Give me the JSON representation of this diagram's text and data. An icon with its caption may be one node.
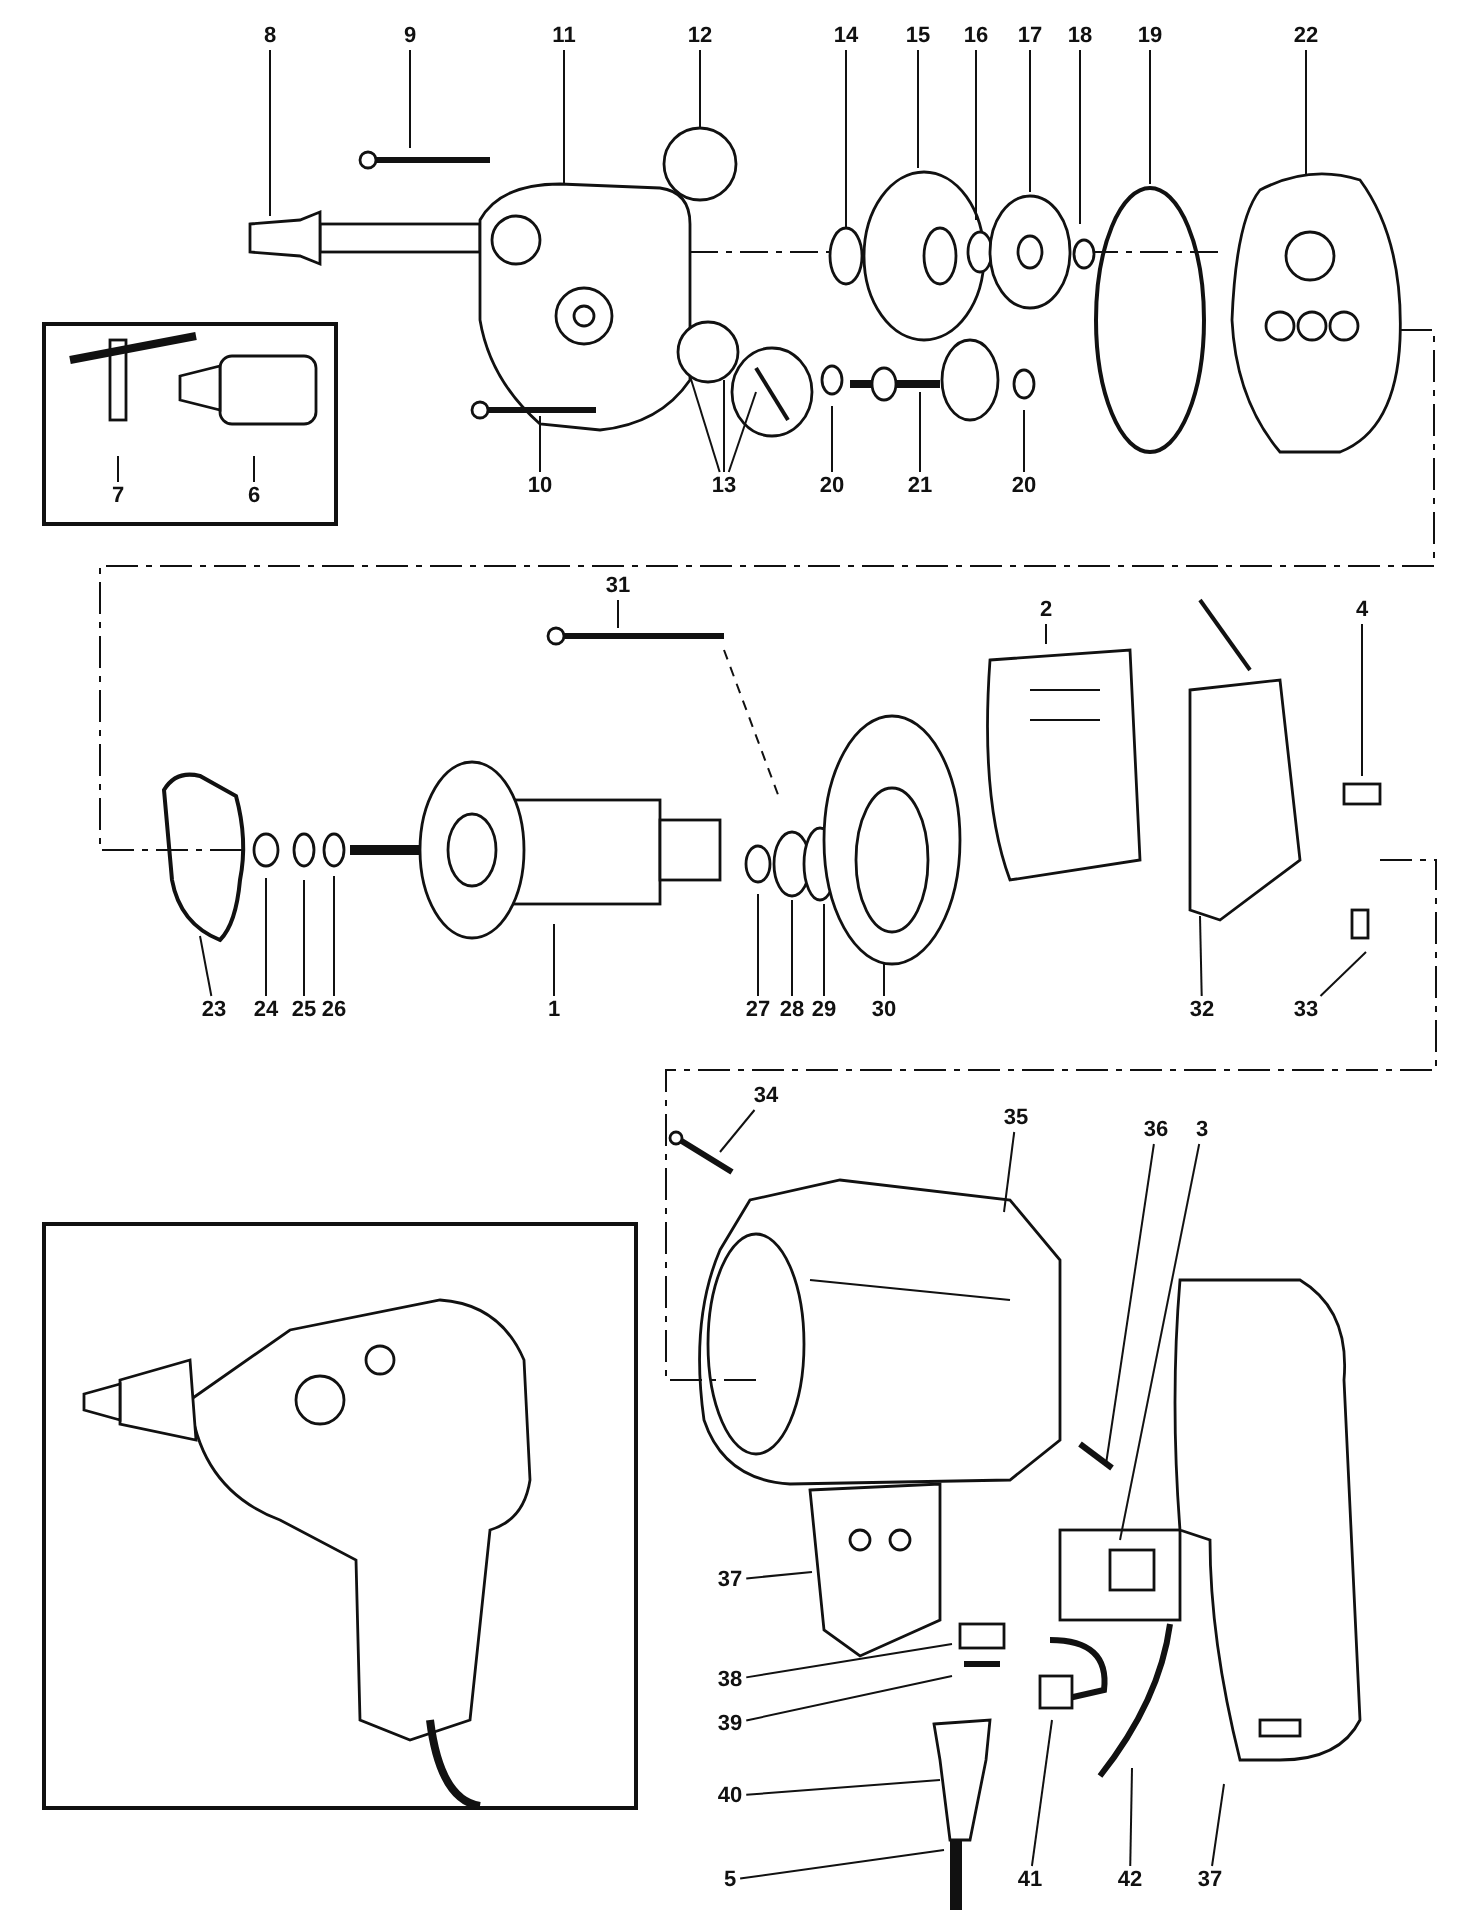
{
  "diagram": {
    "nodes": [
      {
        "text": [
          "8"
        ]
      },
      {
        "text": [
          "9"
        ]
      },
      {
        "text": [
          "11"
        ]
      },
      {
        "text": [
          "12"
        ]
      },
      {
        "text": [
          "14"
        ]
      },
      {
        "text": [
          "15"
        ]
      },
      {
        "text": [
          "16"
        ]
      },
      {
        "text": [
          "17"
        ]
      },
      {
        "text": [
          "18"
        ]
      },
      {
        "text": [
          "19"
        ]
      },
      {
        "text": [
          "22"
        ]
      },
      {
        "text": [
          "7"
        ]
      },
      {
        "text": [
          "6"
        ]
      },
      {
        "text": [
          "10"
        ]
      },
      {
        "text": [
          "13"
        ]
      },
      {
        "text": [
          "20"
        ]
      },
      {
        "text": [
          "21"
        ]
      },
      {
        "text": [
          "20"
        ]
      },
      {
        "text": [
          "31"
        ]
      },
      {
        "text": [
          "2"
        ]
      },
      {
        "text": [
          "4"
        ]
      },
      {
        "text": [
          "23"
        ]
      },
      {
        "text": [
          "24"
        ]
      },
      {
        "text": [
          "25"
        ]
      },
      {
        "text": [
          "26"
        ]
      },
      {
        "text": [
          "1"
        ]
      },
      {
        "text": [
          "27"
        ]
      },
      {
        "text": [
          "28"
        ]
      },
      {
        "text": [
          "29"
        ]
      },
      {
        "text": [
          "30"
        ]
      },
      {
        "text": [
          "32"
        ]
      },
      {
        "text": [
          "33"
        ]
      },
      {
        "text": [
          "34"
        ]
      },
      {
        "text": [
          "35"
        ]
      },
      {
        "text": [
          "36"
        ]
      },
      {
        "text": [
          "3"
        ]
      },
      {
        "text": [
          "37"
        ]
      },
      {
        "text": [
          "38"
        ]
      },
      {
        "text": [
          "39"
        ]
      },
      {
        "text": [
          "40"
        ]
      },
      {
        "text": [
          "5"
        ]
      },
      {
        "text": [
          "41"
        ]
      },
      {
        "text": [
          "42"
        ]
      },
      {
        "text": [
          "37"
        ]
      }
    ],
    "edges": [
      {
        "from": 0,
        "to": null,
        "arrow": "none"
      },
      {
        "from": 1,
        "to": null,
        "arrow": "none"
      },
      {
        "from": 2,
        "to": null,
        "arrow": "none"
      },
      {
        "from": 3,
        "to": null,
        "arrow": "none"
      },
      {
        "from": 4,
        "to": null,
        "arrow": "none"
      },
      {
        "from": 5,
        "to": null,
        "arrow": "none"
      },
      {
        "from": 6,
        "to": null,
        "arrow": "none"
      },
      {
        "from": 7,
        "to": null,
        "arrow": "none"
      },
      {
        "from": 8,
        "to": null,
        "arrow": "none"
      },
      {
        "from": 9,
        "to": null,
        "arrow": "none"
      },
      {
        "from": 10,
        "to": null,
        "arrow": "none"
      },
      {
        "from": 11,
        "to": null,
        "arrow": "none"
      },
      {
        "from": 12,
        "to": null,
        "arrow": "none"
      },
      {
        "from": 13,
        "to": null,
        "arrow": "none"
      },
      {
        "from": 14,
        "to": null,
        "arrow": "none"
      },
      {
        "from": 14,
        "to": null,
        "arrow": "none"
      },
      {
        "from": 14,
        "to": null,
        "arrow": "none"
      },
      {
        "from": 15,
        "to": null,
        "arrow": "none"
      },
      {
        "from": 16,
        "to": null,
        "arrow": "none"
      },
      {
        "from": 17,
        "to": null,
        "arrow": "none"
      },
      {
        "from": 18,
        "to": null,
        "arrow": "none"
      },
      {
        "from": 19,
        "to": null,
        "arrow": "none"
      },
      {
        "from": 20,
        "to": null,
        "arrow": "none"
      },
      {
        "from": 21,
        "to": null,
        "arrow": "none"
      },
      {
        "from": 22,
        "to": null,
        "arrow": "none"
      },
      {
        "from": 23,
        "to": null,
        "arrow": "none"
      },
      {
        "from": 24,
        "to": null,
        "arrow": "none"
      },
      {
        "from": 25,
        "to": null,
        "arrow": "none"
      },
      {
        "from": 26,
        "to": null,
        "arrow": "none"
      },
      {
        "from": 27,
        "to": null,
        "arrow": "none"
      },
      {
        "from": 28,
        "to": null,
        "arrow": "none"
      },
      {
        "from": 29,
        "to": null,
        "arrow": "none"
      },
      {
        "from": 30,
        "to": null,
        "arrow": "none"
      },
      {
        "from": 31,
        "to": null,
        "arrow": "none"
      },
      {
        "from": 32,
        "to": null,
        "arrow": "none"
      },
      {
        "from": 33,
        "to": null,
        "arrow": "none"
      },
      {
        "from": 34,
        "to": null,
        "arrow": "none"
      },
      {
        "from": 35,
        "to": null,
        "arrow": "none"
      },
      {
        "from": 36,
        "to": null,
        "arrow": "none"
      },
      {
        "from": 37,
        "to": null,
        "arrow": "none"
      },
      {
        "from": 38,
        "to": null,
        "arrow": "none"
      },
      {
        "from": 39,
        "to": null,
        "arrow": "none"
      },
      {
        "from": 40,
        "to": null,
        "arrow": "none"
      },
      {
        "from": 41,
        "to": null,
        "arrow": "none"
      },
      {
        "from": 42,
        "to": null,
        "arrow": "none"
      },
      {
        "from": 43,
        "to": null,
        "arrow": "none"
      }
    ]
  }
}
